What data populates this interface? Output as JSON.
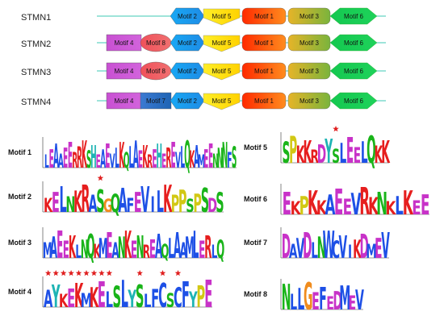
{
  "colors": {
    "line": "#3cc8b4",
    "motif_1": "#ff3c00",
    "motif_2": "#1ea0f0",
    "motif_3": "#8aaa3c",
    "motif_4": "#c85ad2",
    "motif_5": "#ffe81e",
    "motif_6": "#14c850",
    "motif_7": "#2878c8",
    "motif_8": "#f05a64",
    "star": "#e02020"
  },
  "genes": [
    {
      "name": "STMN1",
      "motifs": [
        "Motif 2",
        "Motif 5",
        "Motif 1",
        "Motif 3",
        "Motif 6"
      ]
    },
    {
      "name": "STMN2",
      "motifs": [
        "Motif 4",
        "Motif 8",
        "Motif 2",
        "Motif 5",
        "Motif 1",
        "Motif 3",
        "Motif 6"
      ]
    },
    {
      "name": "STMN3",
      "motifs": [
        "Motif 4",
        "Motif 8",
        "Motif 2",
        "Motif 5",
        "Motif 1",
        "Motif 3",
        "Motif 6"
      ]
    },
    {
      "name": "STMN4",
      "motifs": [
        "Motif 4",
        "Motif 7",
        "Motif 2",
        "Motif 5",
        "Motif 1",
        "Motif 3",
        "Motif 6"
      ]
    }
  ],
  "logos": [
    {
      "label": "Motif 1",
      "seq": "LEAAEERRKSHEAEVLKQLAEKREHEREVLQKAMEENNNFS",
      "stars": []
    },
    {
      "label": "Motif 5",
      "seq": "SPKKRDYSLEELQKK",
      "stars": [
        7
      ]
    },
    {
      "label": "Motif 2",
      "seq": "KELNKRASGQAFEVILKPPSPSDS",
      "stars": [
        7
      ]
    },
    {
      "label": "Motif 6",
      "seq": "EKPKKAEEVRKNKLKEE",
      "stars": []
    },
    {
      "label": "Motif 3",
      "seq": "MAEEKLNQKMEANKENREAQLAAMLERLQ",
      "stars": []
    },
    {
      "label": "Motif 7",
      "seq": "DAVDLNWCVIKDMEV",
      "stars": []
    },
    {
      "label": "Motif 4",
      "seq": "AYKEKMKELSLYSLFCSCFYPE",
      "stars": [
        0,
        1,
        2,
        3,
        4,
        5,
        6,
        7,
        8,
        12,
        15,
        17
      ]
    },
    {
      "label": "Motif 8",
      "seq": "NLLGEFEDMEV",
      "stars": []
    }
  ]
}
